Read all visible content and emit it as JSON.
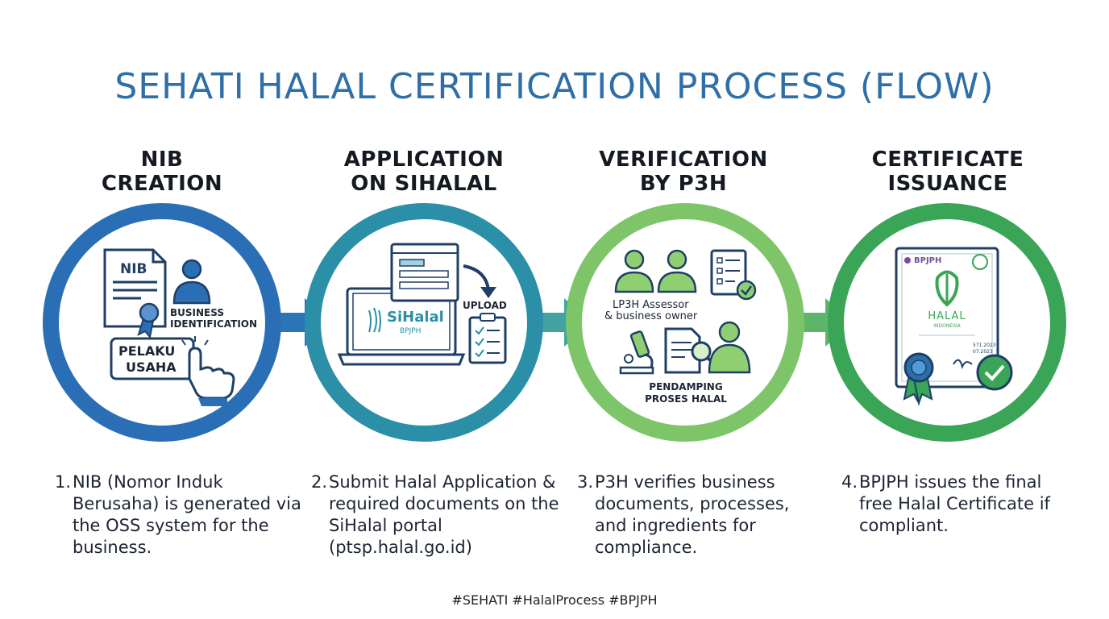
{
  "title": "SEHATI HALAL CERTIFICATION PROCESS (FLOW)",
  "steps": [
    {
      "heading_line1": "NIB",
      "heading_line2": "CREATION",
      "number": "1.",
      "description": "NIB (Nomor Induk Berusaha) is generated via the OSS system for the business.",
      "ring_color": "#2a6fb5",
      "labels": {
        "doc": "NIB",
        "business_line1": "BUSINESS",
        "business_line2": "IDENTIFICATION",
        "pelaku_line1": "PELAKU",
        "pelaku_line2": "USAHA"
      }
    },
    {
      "heading_line1": "APPLICATION",
      "heading_line2": "ON SIHALAL",
      "number": "2.",
      "description": "Submit Halal Application & required documents on the SiHalal portal (ptsp.halal.go.id)",
      "ring_color": "#2b8fa8",
      "labels": {
        "upload": "UPLOAD",
        "sihalal": "SiHalal",
        "bpjph": "BPJPH"
      }
    },
    {
      "heading_line1": "VERIFICATION",
      "heading_line2": "BY P3H",
      "number": "3.",
      "description": "P3H verifies business documents, processes, and ingredients for compliance.",
      "ring_color": "#7dc568",
      "labels": {
        "assessor_line1": "LP3H Assessor",
        "assessor_line2": "& business owner",
        "pendamping_line1": "PENDAMPING",
        "pendamping_line2": "PROSES HALAL"
      }
    },
    {
      "heading_line1": "CERTIFICATE",
      "heading_line2": "ISSUANCE",
      "number": "4.",
      "description": "BPJPH issues the final free Halal Certificate if compliant.",
      "ring_color": "#3aa556",
      "labels": {
        "logo": "BPJPH",
        "halal": "HALAL",
        "indonesia": "INDONESIA",
        "ref1": "571.2023",
        "ref2": "07.2023"
      }
    }
  ],
  "footer": "#SEHATI #HalalProcess #BPJPH",
  "icons": [
    "document-icon",
    "person-icon",
    "medal-icon",
    "hand-pointer-icon",
    "browser-window-icon",
    "laptop-icon",
    "clipboard-icon",
    "curved-arrow-icon",
    "people-icon",
    "checklist-icon",
    "microscope-icon",
    "magnifier-icon",
    "certificate-icon",
    "check-badge-icon",
    "flow-arrow-icon"
  ]
}
